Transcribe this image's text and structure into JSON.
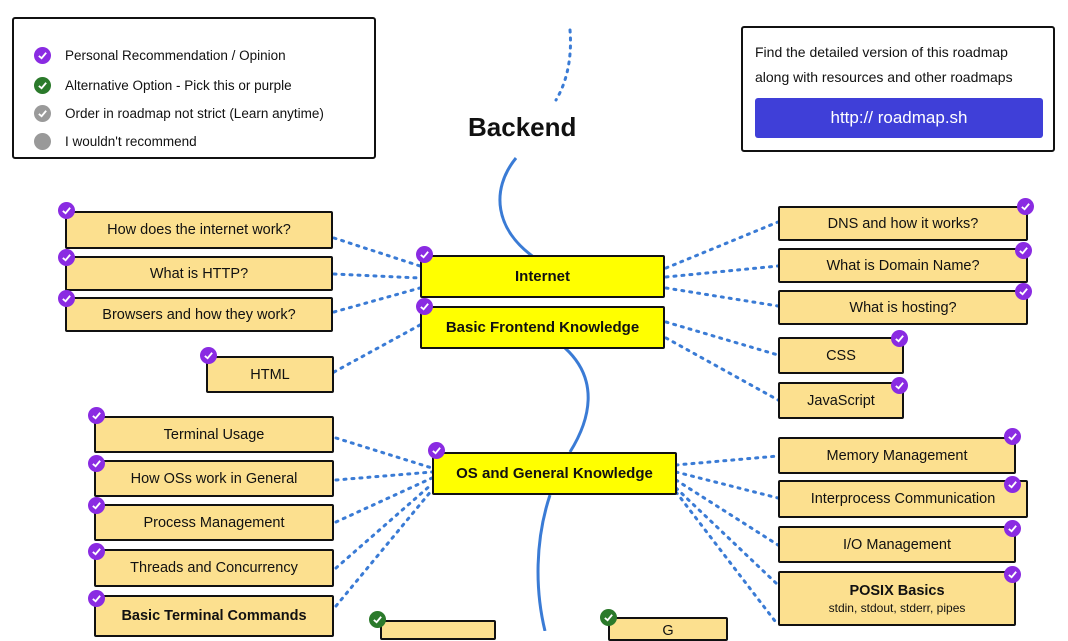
{
  "title": "Backend",
  "legend": {
    "items": [
      {
        "badge": "purple",
        "icon": "check-icon",
        "label": "Personal Recommendation / Opinion"
      },
      {
        "badge": "green",
        "icon": "check-icon",
        "label": "Alternative Option - Pick this or purple"
      },
      {
        "badge": "gray",
        "icon": "check-icon",
        "label": "Order in roadmap not strict (Learn anytime)"
      },
      {
        "badge": "darkgray",
        "icon": "circle-icon",
        "label": "I wouldn't recommend"
      }
    ]
  },
  "info": {
    "line1": "Find the detailed version of this roadmap",
    "line2": "along with resources and other roadmaps",
    "link": "http:// roadmap.sh"
  },
  "main_nodes": {
    "internet": "Internet",
    "frontend": "Basic Frontend Knowledge",
    "os": "OS and General Knowledge"
  },
  "left_nodes": {
    "internet_work": "How does the internet work?",
    "http": "What is HTTP?",
    "browsers": "Browsers and how they work?",
    "html": "HTML",
    "terminal": "Terminal Usage",
    "oss": "How OSs work in General",
    "process": "Process Management",
    "threads": "Threads and Concurrency",
    "commands": "Basic Terminal Commands"
  },
  "right_nodes": {
    "dns": "DNS and how it works?",
    "domain": "What is Domain Name?",
    "hosting": "What is hosting?",
    "css": "CSS",
    "js": "JavaScript",
    "memory": "Memory Management",
    "ipc": "Interprocess Communication",
    "io": "I/O Management",
    "posix": "POSIX Basics",
    "posix_sub": "stdin, stdout, stderr, pipes"
  },
  "bottom_stubs": {
    "right": "G"
  },
  "colors": {
    "purple": "#8a2be2",
    "green": "#2b7a2b",
    "yellow": "#ffff00",
    "node": "#fce08f",
    "line_blue": "#3a7bd5",
    "link_bg": "#3f3fd8"
  }
}
